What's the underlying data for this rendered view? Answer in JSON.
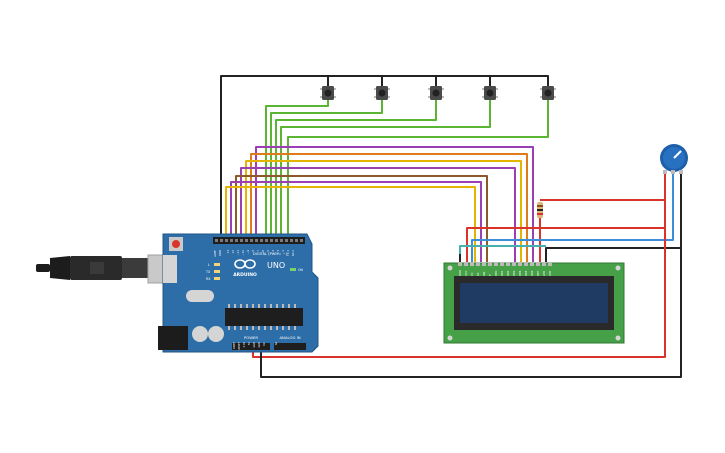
{
  "board": {
    "brand": "ARDUINO",
    "model": "UNO",
    "digital_label": "DIGITAL (PWM= ~)",
    "power_label": "POWER",
    "analog_label": "ANALOG IN",
    "aref_label": "AREF",
    "gnd_label": "GND",
    "tx_label": "TX",
    "rx_label": "RX",
    "l_label": "L",
    "on_label": "ON",
    "ioref_label": "IOREF",
    "reset_label": "RESET",
    "v33_label": "3.3V",
    "v5_label": "5V",
    "vin_label": "Vin",
    "a0_label": "A0",
    "digital_pins": [
      "13",
      "12",
      "~11",
      "~10",
      "~9",
      "8",
      "7",
      "~6",
      "~5",
      "4",
      "~3",
      "2",
      "TX 1",
      "RX 0"
    ]
  },
  "lcd": {
    "pin_labels": [
      "GND",
      "VCC",
      "V0",
      "RS",
      "RW",
      "E",
      "DB0",
      "DB1",
      "DB2",
      "DB3",
      "DB4",
      "DB5",
      "DB6",
      "DB7",
      "LED",
      "LED"
    ]
  },
  "colors": {
    "board": "#2d6ea8",
    "board_dark": "#1f5586",
    "lcd_pcb": "#45a047",
    "lcd_screen": "#1f3a63",
    "wire_black": "#222222",
    "wire_red": "#d9342b",
    "wire_green": "#5ab533",
    "wire_yellow": "#e3b500",
    "wire_orange": "#e07b1a",
    "wire_purple": "#9b3fb5",
    "wire_brown": "#8a5a2b",
    "wire_blue": "#3a8fd8",
    "wire_teal": "#46b0b0",
    "pot_knob": "#1d5fa8"
  }
}
